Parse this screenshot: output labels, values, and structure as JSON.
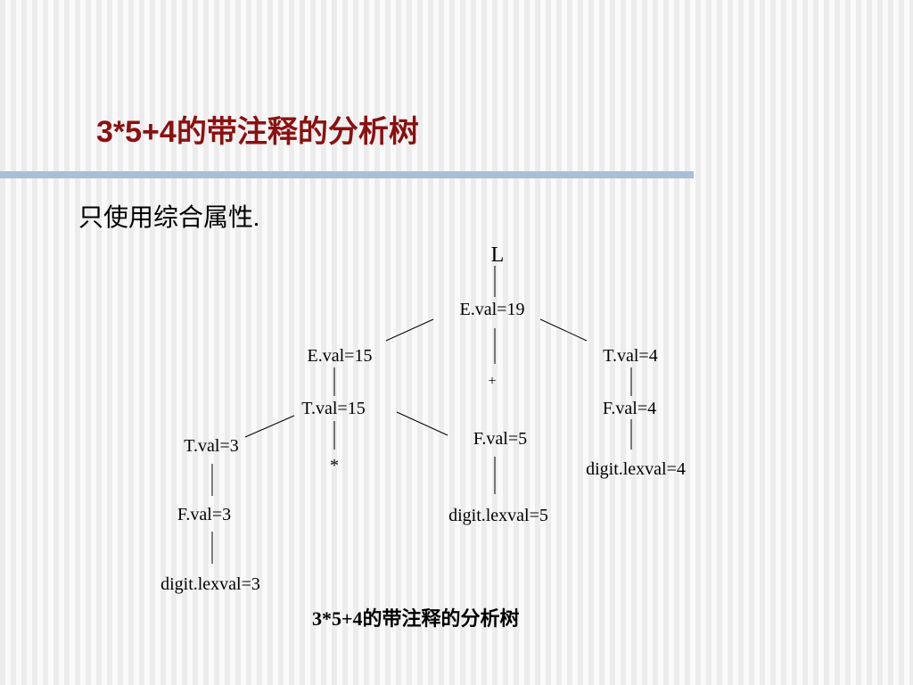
{
  "slide": {
    "title": "3*5+4的带注释的分析树",
    "bullet": "只使用综合属性.",
    "caption": "3*5+4的带注释的分析树"
  },
  "tree": {
    "nodes": {
      "L": "L",
      "E19": "E.val=19",
      "E15": "E.val=15",
      "plus": "+",
      "T4": "T.val=4",
      "T15": "T.val=15",
      "F4": "F.val=4",
      "T3": "T.val=3",
      "star": "*",
      "F5": "F.val=5",
      "digit4": "digit.lexval=4",
      "F3": "F.val=3",
      "digit5": "digit.lexval=5",
      "digit3": "digit.lexval=3"
    }
  }
}
